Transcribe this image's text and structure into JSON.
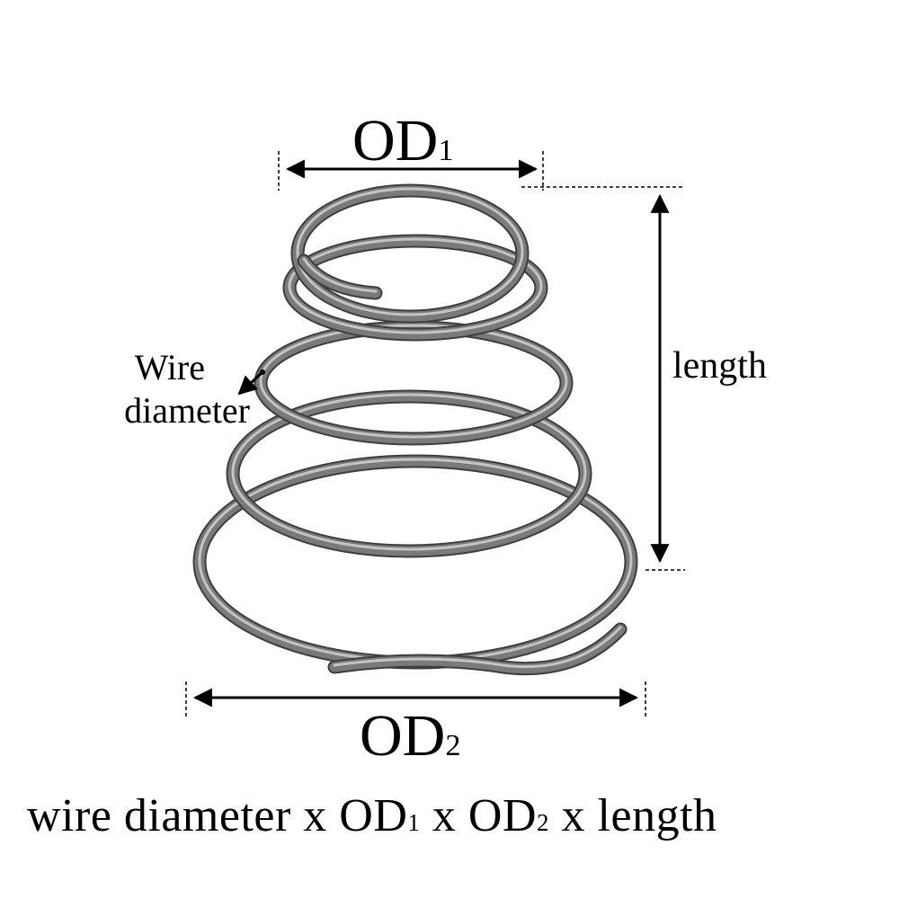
{
  "labels": {
    "od1_main": "OD",
    "od1_sub": "1",
    "od2_main": "OD",
    "od2_sub": "2",
    "length": "length",
    "wire_line1": "Wire",
    "wire_line2": "diameter"
  },
  "formula": {
    "part1": "wire diameter x OD",
    "sub1": "1",
    "part2": " x OD",
    "sub2": "2",
    "part3": " x length"
  },
  "colors": {
    "background": "#ffffff",
    "wire": "#7a7a7a",
    "wire_highlight": "#c4c4c4",
    "wire_shadow": "#3e3e3e",
    "annotation": "#000000"
  }
}
